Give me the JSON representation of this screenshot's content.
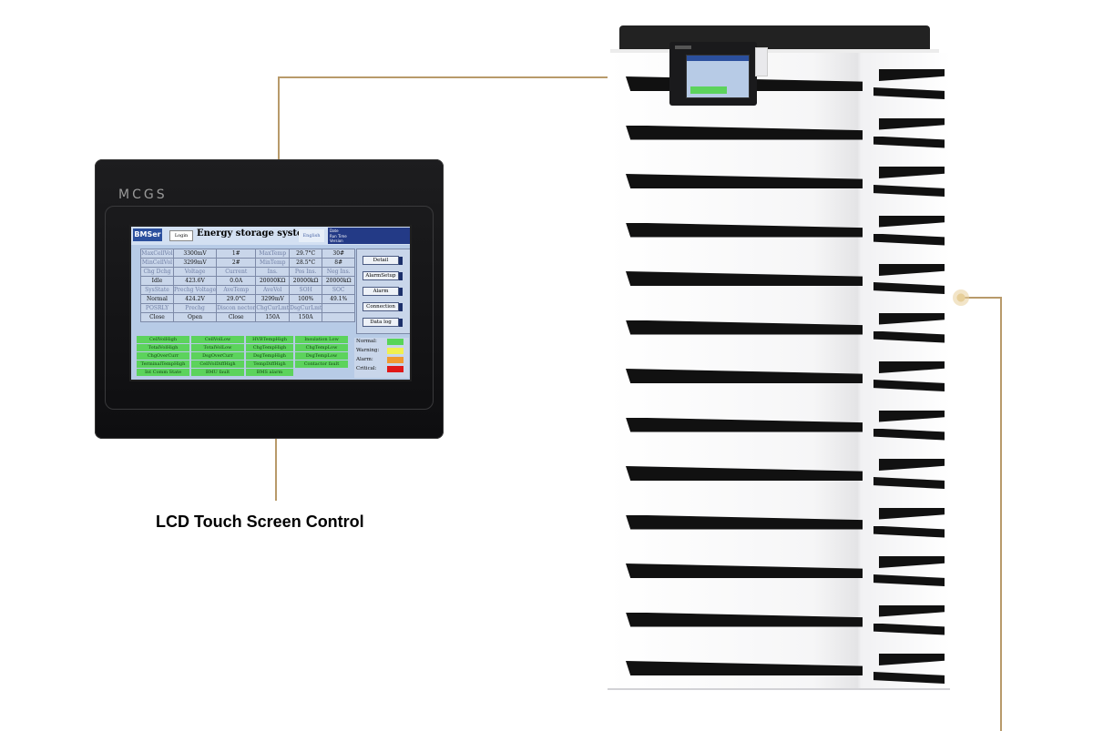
{
  "hmi": {
    "brand": "MCGS",
    "screen": {
      "logo": "BMSer",
      "login": "Login",
      "title": "Energy storage system",
      "language": "English",
      "info": [
        "Date",
        "Run Time",
        "Version"
      ],
      "table": [
        [
          "MaxCellVol",
          "3300mV",
          "1#",
          "MaxTemp",
          "29.7°C",
          "30#"
        ],
        [
          "MinCellVol",
          "3299mV",
          "2#",
          "MinTemp",
          "28.5°C",
          "8#"
        ],
        [
          "Chg Dchg",
          "Voltage",
          "Current",
          "Ins.",
          "Pos Ins.",
          "Neg Ins."
        ],
        [
          "Idle",
          "423.6V",
          "0.0A",
          "20000KΩ",
          "20000kΩ",
          "20000kΩ"
        ],
        [
          "SysState",
          "Prechg Voltage",
          "AveTemp",
          "AveVol",
          "SOH",
          "SOC"
        ],
        [
          "Normal",
          "424.2V",
          "29.0°C",
          "3299mV",
          "100%",
          "49.1%"
        ],
        [
          "POSRLY",
          "Prechg",
          "Discon nector",
          "ChgCurLmt",
          "DsgCurLmt",
          ""
        ],
        [
          "Close",
          "Open",
          "Close",
          "150A",
          "150A",
          ""
        ]
      ],
      "buttons": [
        "Detail",
        "AlarmSetup",
        "Alarm",
        "Connection",
        "Data log"
      ],
      "alarms": [
        [
          "CellVolHigh",
          "CellVolLow",
          "HVBTempHigh",
          "Insulation Low"
        ],
        [
          "TotalVolHigh",
          "TotalVolLow",
          "ChgTempHigh",
          "ChgTempLow"
        ],
        [
          "ChgOverCurr",
          "DsgOverCurr",
          "DsgTempHigh",
          "DsgTempLow"
        ],
        [
          "TerminalTempHigh",
          "CellVolDiffHigh",
          "TempDiffHigh",
          "Contactor fault"
        ],
        [
          "Int Comm State",
          "BMU fault",
          "BMS alarm",
          ""
        ]
      ],
      "legend": [
        {
          "label": "Normal:",
          "color": "#58d558"
        },
        {
          "label": "Warning:",
          "color": "#f0f050"
        },
        {
          "label": "Alarm:",
          "color": "#f09a30"
        },
        {
          "label": "Critical:",
          "color": "#e01818"
        }
      ]
    }
  },
  "caption": "LCD Touch Screen Control",
  "colors": {
    "callout": "#b89a6a",
    "hmi_body": "#121214",
    "screen_bg": "#b7cbe6",
    "alarm_green": "#5cd35c"
  },
  "cabinet": {
    "module_count": 13
  }
}
